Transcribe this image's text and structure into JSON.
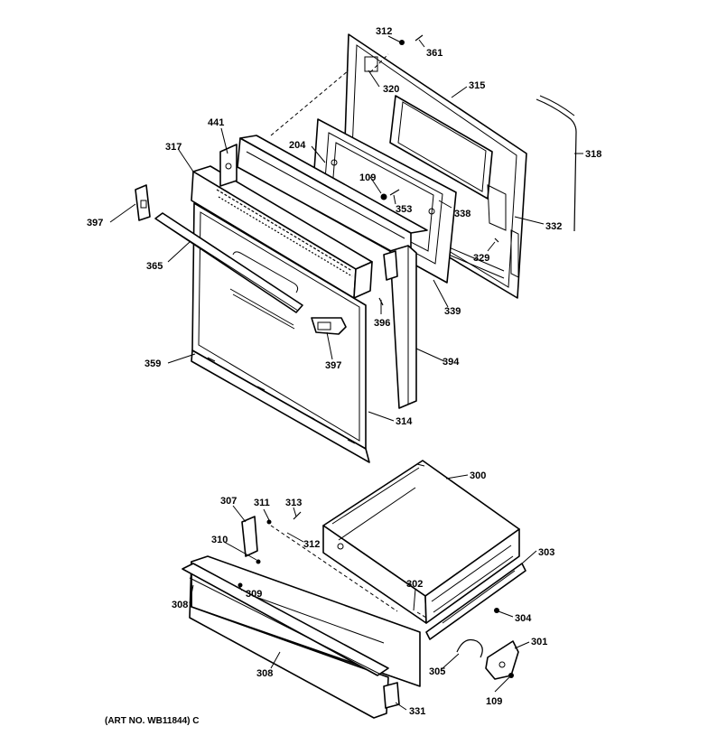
{
  "art_number": "(ART NO. WB11844) C",
  "labels": {
    "l312a": "312",
    "l361": "361",
    "l320": "320",
    "l315": "315",
    "l318": "318",
    "l441": "441",
    "l317": "317",
    "l204": "204",
    "l109a": "109",
    "l353": "353",
    "l338": "338",
    "l332": "332",
    "l329": "329",
    "l397a": "397",
    "l365": "365",
    "l339": "339",
    "l396": "396",
    "l397b": "397",
    "l394": "394",
    "l359": "359",
    "l314": "314",
    "l300": "300",
    "l307": "307",
    "l311": "311",
    "l313": "313",
    "l310": "310",
    "l312b": "312",
    "l303": "303",
    "l308a": "308",
    "l309": "309",
    "l302": "302",
    "l304": "304",
    "l301": "301",
    "l305": "305",
    "l308b": "308",
    "l109b": "109",
    "l331": "331"
  }
}
